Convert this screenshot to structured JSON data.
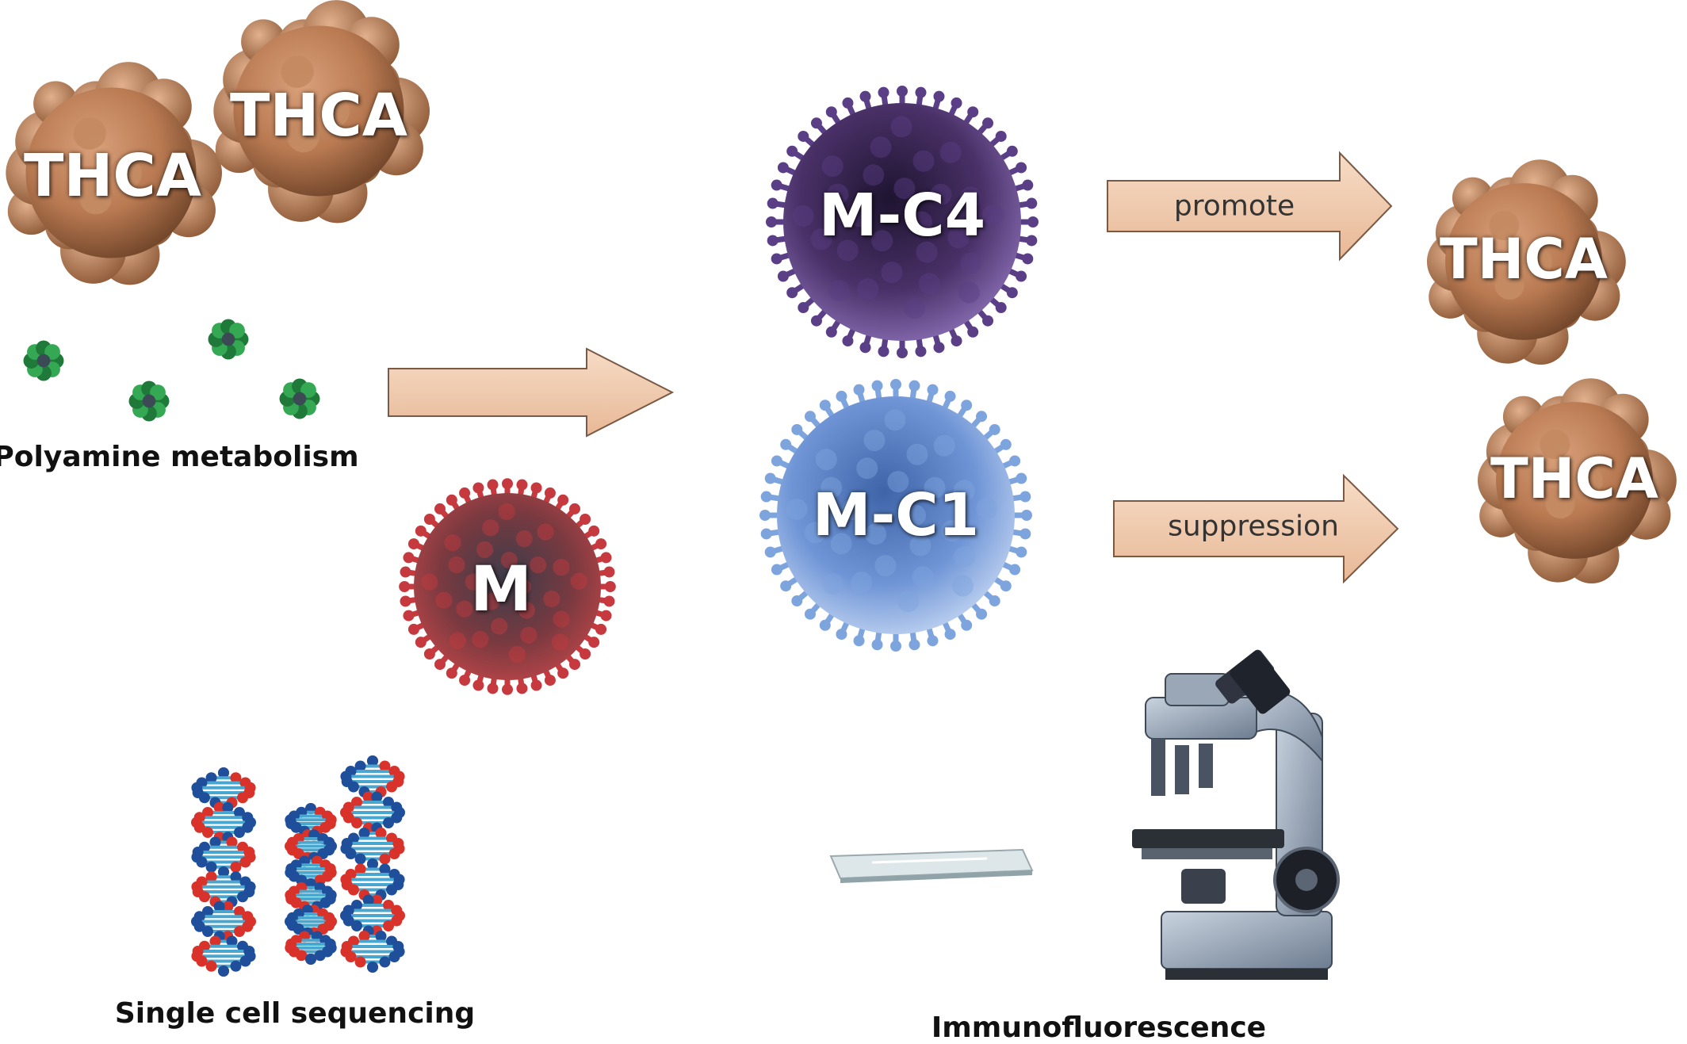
{
  "tumor_label": "THCA",
  "cells": {
    "m": "M",
    "mc4": "M-C4",
    "mc1": "M-C1"
  },
  "arrows": {
    "promote": "promote",
    "suppression": "suppression"
  },
  "captions": {
    "polyamine": "Polyamine metabolism",
    "sequencing": "Single cell sequencing",
    "immunofluorescence": "Immunofluorescence"
  },
  "colors": {
    "tumor": "#b97a52",
    "m_cell": "#b4353a",
    "mc4_cell": "#4a3168",
    "mc1_cell": "#6f95d6",
    "arrow_fill": "#f2cfb4",
    "molecule": "#2f9a4a"
  }
}
